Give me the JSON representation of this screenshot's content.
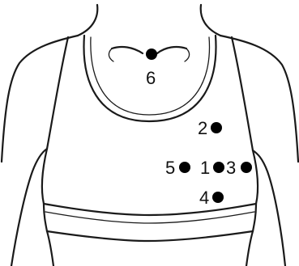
{
  "figure": {
    "subject": "electrode-placement-on-chest",
    "line_color": "#1a1a1a",
    "dot_color": "#000000",
    "points": [
      {
        "id": "p1",
        "label": "1"
      },
      {
        "id": "p2",
        "label": "2"
      },
      {
        "id": "p3",
        "label": "3"
      },
      {
        "id": "p4",
        "label": "4"
      },
      {
        "id": "p5",
        "label": "5"
      },
      {
        "id": "p6",
        "label": "6"
      }
    ]
  }
}
